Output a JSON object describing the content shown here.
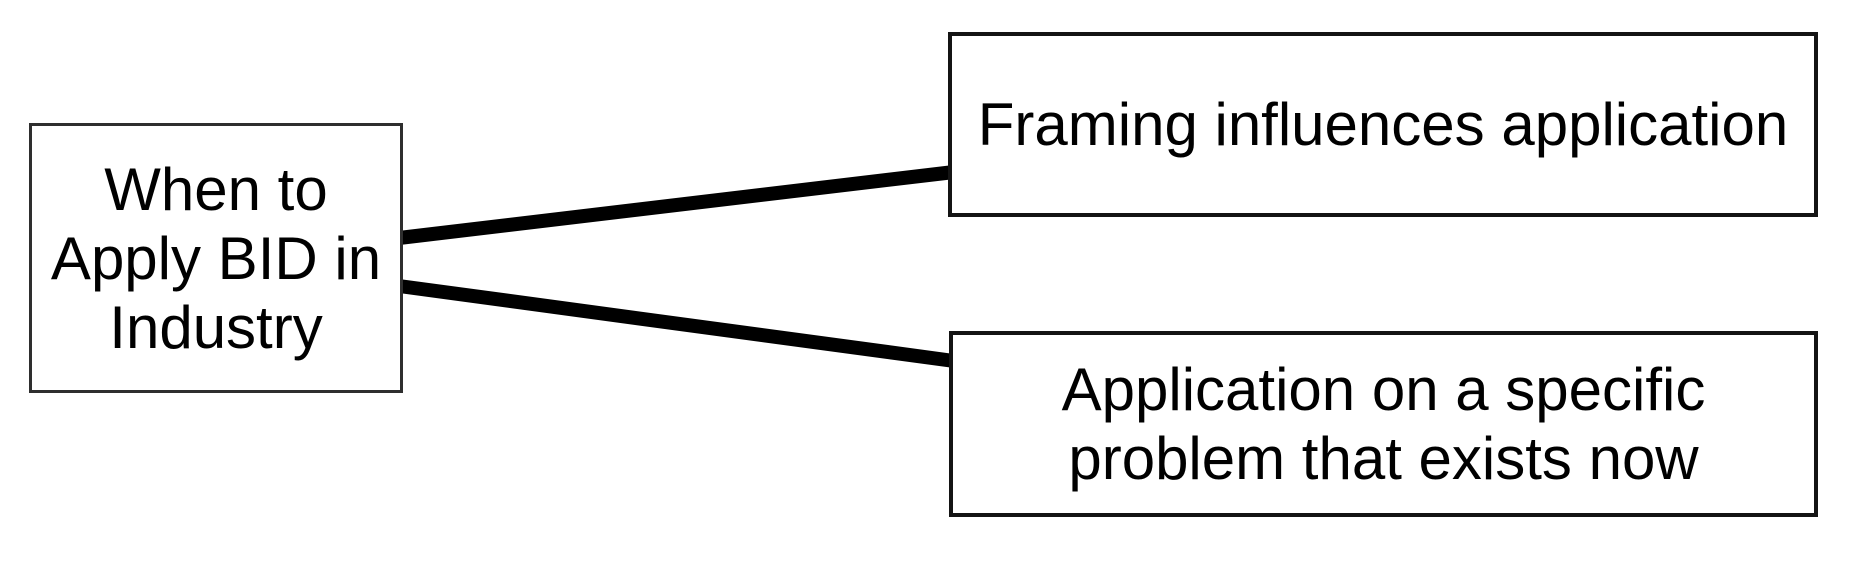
{
  "diagram": {
    "title": "BID industry application mind map",
    "nodes": {
      "root": {
        "id": "when-to-apply-bid-in-industry",
        "text": "When to Apply BID in Industry",
        "lines": [
          "When to",
          "Apply BID in",
          "Industry"
        ]
      },
      "child_top": {
        "id": "framing-influences-application",
        "text": "Framing influences application",
        "lines": [
          "Framing influences application"
        ]
      },
      "child_bottom": {
        "id": "application-specific-problem",
        "text": "Application on a specific problem that exists now",
        "lines": [
          "Application on a specific",
          "problem that exists now"
        ]
      }
    },
    "edges": [
      {
        "from": "when-to-apply-bid-in-industry",
        "to": "framing-influences-application"
      },
      {
        "from": "when-to-apply-bid-in-industry",
        "to": "application-specific-problem"
      }
    ],
    "colors": {
      "background": "#ffffff",
      "node_fill": "#ffffff",
      "node_border": "#1a1a1a",
      "connector": "#000000",
      "text": "#000000"
    }
  }
}
